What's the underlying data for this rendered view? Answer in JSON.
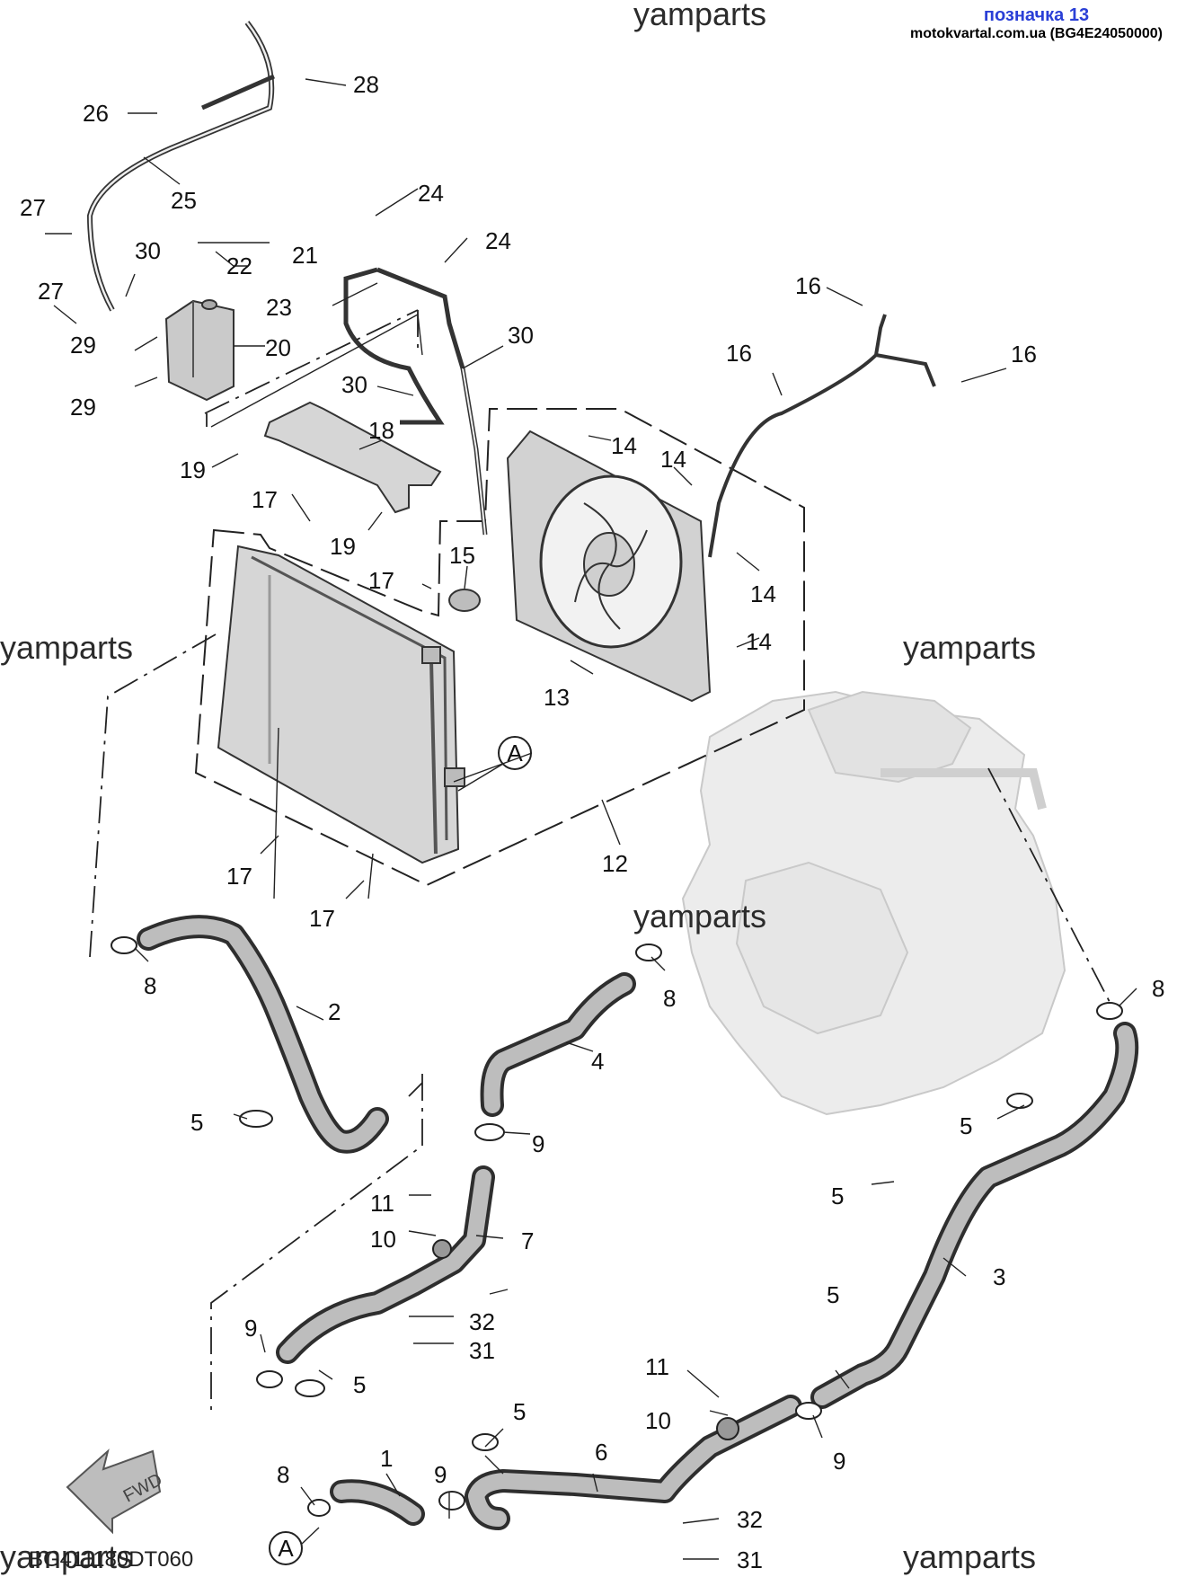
{
  "header": {
    "badge": "позначка 13",
    "source": "motokvartal.com.ua (BG4E24050000)"
  },
  "watermarks": [
    "yamparts",
    "yamparts",
    "yamparts",
    "yamparts",
    "yamparts",
    "yamparts"
  ],
  "diagram_code": "BG411180DT060",
  "fwd_label": "FWD",
  "ref_marker": "A",
  "callouts": [
    "28",
    "26",
    "25",
    "27",
    "27",
    "30",
    "21",
    "22",
    "23",
    "24",
    "24",
    "30",
    "30",
    "20",
    "29",
    "29",
    "16",
    "16",
    "16",
    "18",
    "19",
    "19",
    "17",
    "17",
    "17",
    "17",
    "14",
    "14",
    "14",
    "14",
    "15",
    "13",
    "12",
    "8",
    "2",
    "5",
    "4",
    "8",
    "8",
    "5",
    "9",
    "5",
    "3",
    "11",
    "10",
    "7",
    "9",
    "32",
    "31",
    "5",
    "5",
    "11",
    "10",
    "9",
    "1",
    "8",
    "9",
    "5",
    "6",
    "32",
    "31"
  ],
  "colors": {
    "badge": "#2a3fd6",
    "lines": "#222222",
    "parts": "#d6d6d6",
    "engine": "#ececec"
  }
}
